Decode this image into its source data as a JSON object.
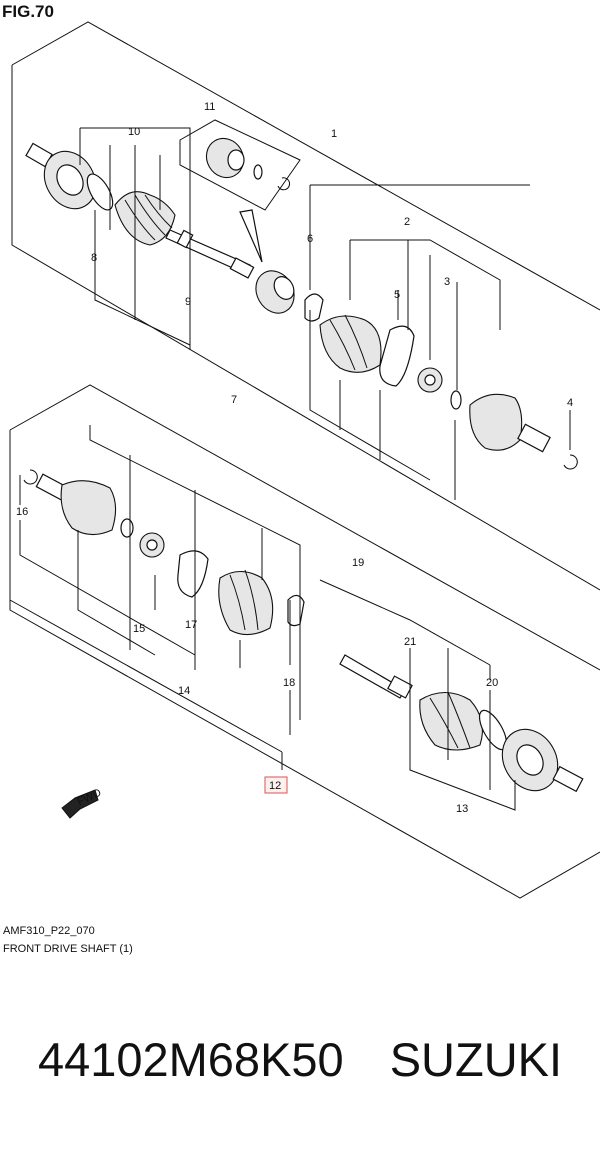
{
  "figure_title": "FIG.70",
  "callouts": {
    "n1": "1",
    "n2": "2",
    "n3": "3",
    "n4": "4",
    "n5": "5",
    "n6": "6",
    "n7": "7",
    "n8": "8",
    "n9": "9",
    "n10": "10",
    "n11": "11",
    "n12": "12",
    "n13": "13",
    "n14": "14",
    "n15": "15",
    "n16": "16",
    "n17": "17",
    "n18": "18",
    "n19": "19",
    "n20": "20",
    "n21": "21"
  },
  "fwd_label": "FWD",
  "drawing_code": "AMF310_P22_070",
  "caption": "FRONT DRIVE SHAFT (1)",
  "part_number": "44102M68K50",
  "brand": "SUZUKI",
  "highlight_color": "#d9534f"
}
